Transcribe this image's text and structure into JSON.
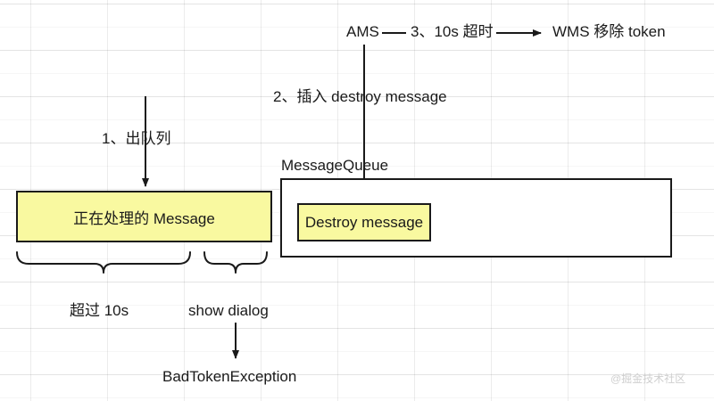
{
  "diagram": {
    "title": "Android MessageQueue BadTokenException flow",
    "background": "#ffffff",
    "grid_color": "#ebebeb",
    "stroke_color": "#1a1a1a",
    "highlight_color": "#f9f9a0"
  },
  "nodes": {
    "ams": "AMS",
    "ams_to_wms_edge": "3、10s 超时",
    "wms": "WMS 移除 token",
    "insert_destroy": "2、插入 destroy message",
    "dequeue": "1、出队列",
    "message_queue_title": "MessageQueue",
    "processing_message": "正在处理的 Message",
    "destroy_message": "Destroy message"
  },
  "braces": {
    "over_10s": "超过 10s",
    "show_dialog": "show dialog"
  },
  "outcome": {
    "exception": "BadTokenException"
  },
  "watermark": {
    "text": "@掘金技术社区"
  }
}
